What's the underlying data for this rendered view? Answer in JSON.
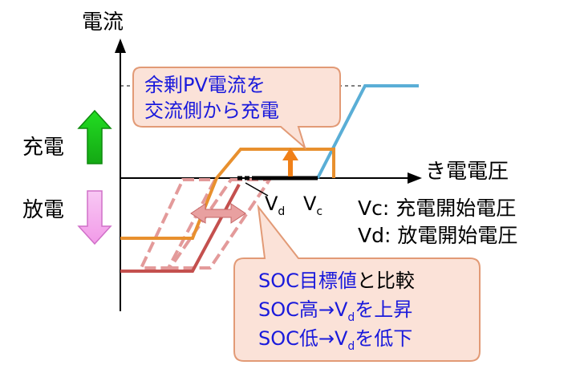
{
  "axes": {
    "y_label": "電流",
    "x_label": "き電電圧"
  },
  "side_labels": {
    "charge": "充電",
    "discharge": "放電"
  },
  "markers": {
    "vd": {
      "base": "V",
      "sub": "d"
    },
    "vc": {
      "base": "V",
      "sub": "c"
    }
  },
  "legend": {
    "vc_def": "Vc: 充電開始電圧",
    "vd_def": "Vd: 放電開始電圧"
  },
  "callout_top": {
    "line1": "余剰PV電流を",
    "line2": "交流側から充電"
  },
  "callout_bottom": {
    "line1": {
      "a": "SOC目標値",
      "b": "と比較"
    },
    "line2": {
      "a": "SOC高→V",
      "sub": "d",
      "b": "を上昇"
    },
    "line3": {
      "a": "SOC低→V",
      "sub": "d",
      "b": "を低下"
    }
  },
  "colors": {
    "pv_line": "#5aaed6",
    "orange_line": "#e8902e",
    "red_line": "#c4504e",
    "red_dashed": "#e39a9a",
    "callout_fill": "#fbe2d8",
    "callout_stroke": "#e29a76",
    "text_blue": "#1a1adc",
    "charge_arrow": "#22cc22",
    "discharge_arrow": "#f4b8f0"
  }
}
